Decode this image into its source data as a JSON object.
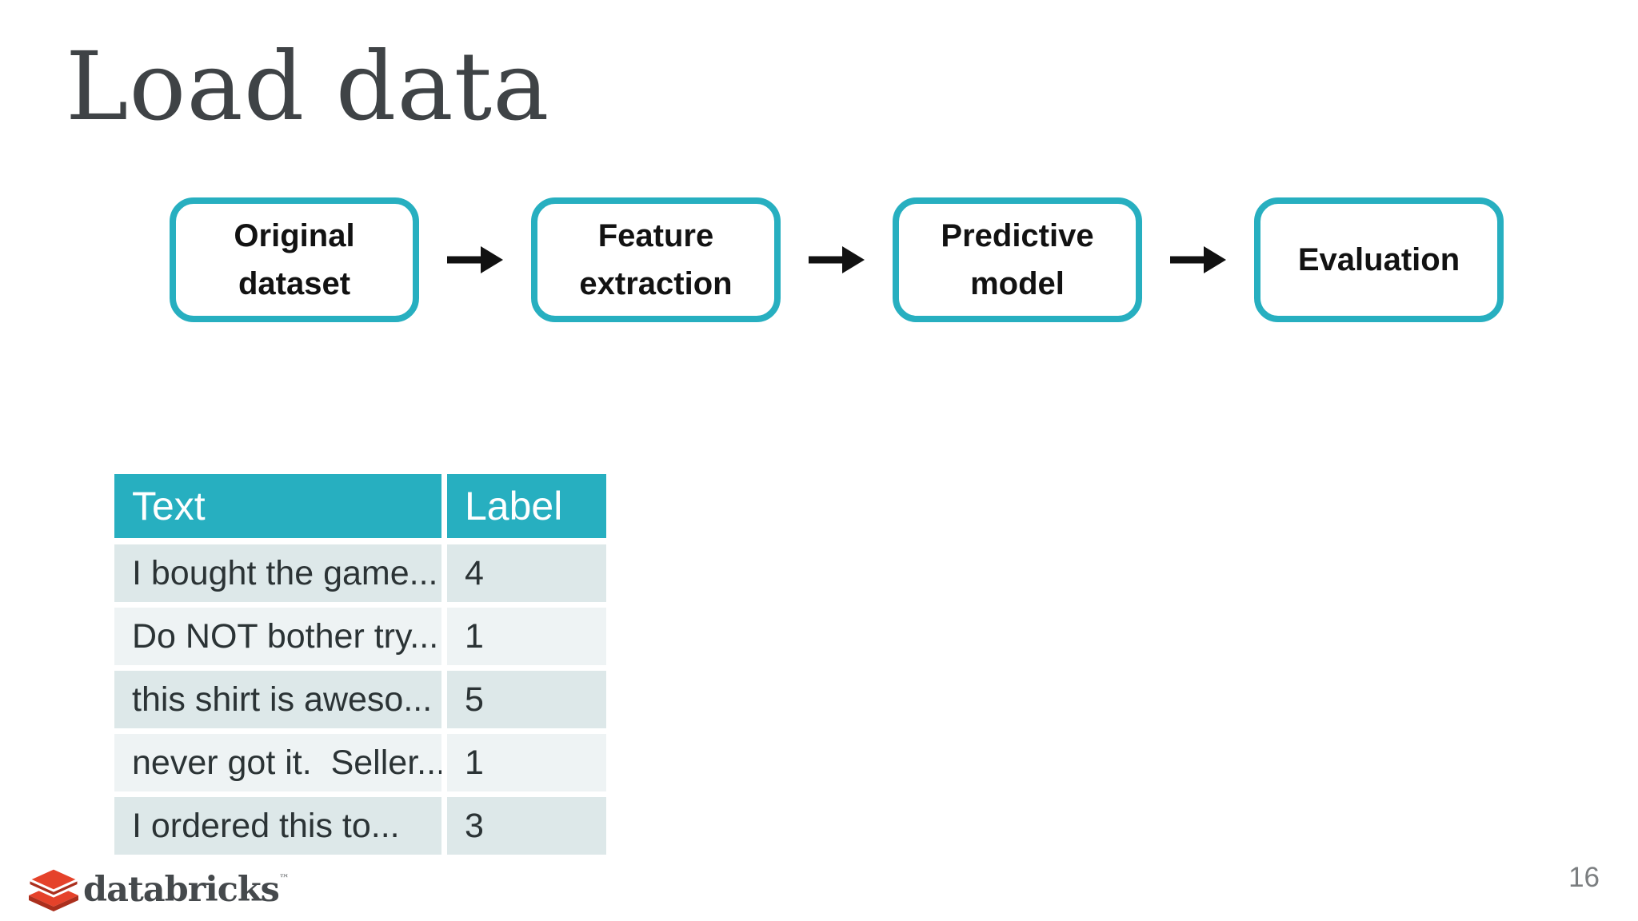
{
  "slide": {
    "title": "Load data",
    "page_number": "16"
  },
  "pipeline": {
    "boxes": [
      {
        "line1": "Original",
        "line2": "dataset"
      },
      {
        "line1": "Feature",
        "line2": "extraction"
      },
      {
        "line1": "Predictive",
        "line2": "model"
      },
      {
        "line1": "Evaluation"
      }
    ],
    "arrow_icon": "right-arrow"
  },
  "table": {
    "columns": [
      "Text",
      "Label"
    ],
    "rows": [
      {
        "text": "I bought the game...",
        "label": "4"
      },
      {
        "text": "Do NOT bother try...",
        "label": "1"
      },
      {
        "text": "this shirt is aweso...",
        "label": "5"
      },
      {
        "text": "never got it.  Seller...",
        "label": "1"
      },
      {
        "text": "I ordered this to...",
        "label": "3"
      }
    ]
  },
  "footer": {
    "brand": "databricks",
    "trademark": "™",
    "brand_icon": "databricks-bricks"
  },
  "colors": {
    "teal": "#27afc0",
    "row_dark": "#dde8e9",
    "row_light": "#eef3f4",
    "title_gray": "#3f4346",
    "brick_top": "#e5422a",
    "brick_side": "#ab2f1d"
  }
}
